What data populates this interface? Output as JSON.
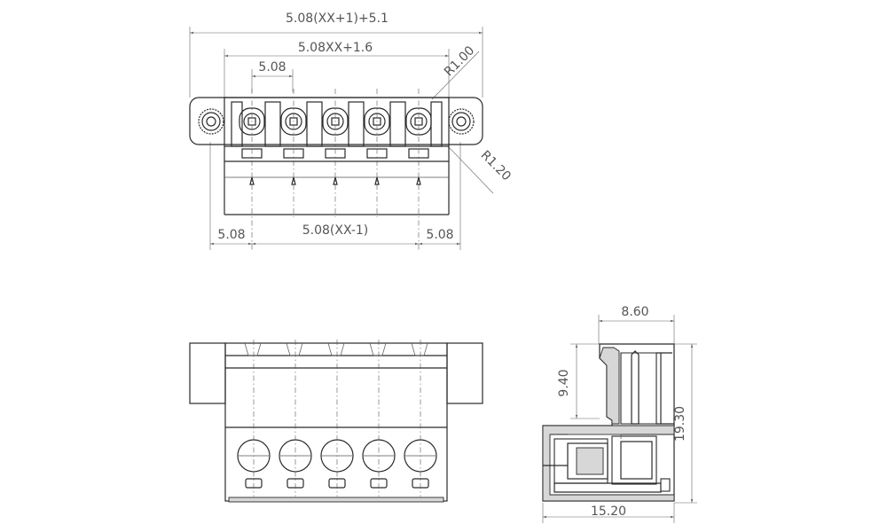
{
  "drawing": {
    "line_color": "#2a2a2a",
    "dim_color": "#666666",
    "top_view": {
      "dim_overall": "5.08(XX+1)+5.1",
      "dim_inner": "5.08XX+1.6",
      "dim_pitch": "5.08",
      "radius_top": "R1.00",
      "radius_side": "R1.20",
      "dim_left": "5.08",
      "dim_center": "5.08(XX-1)",
      "dim_right": "5.08"
    },
    "side_view": {
      "dim_width": "8.60",
      "dim_upper": "9.40",
      "dim_height": "19.30",
      "dim_depth": "15.20"
    }
  }
}
